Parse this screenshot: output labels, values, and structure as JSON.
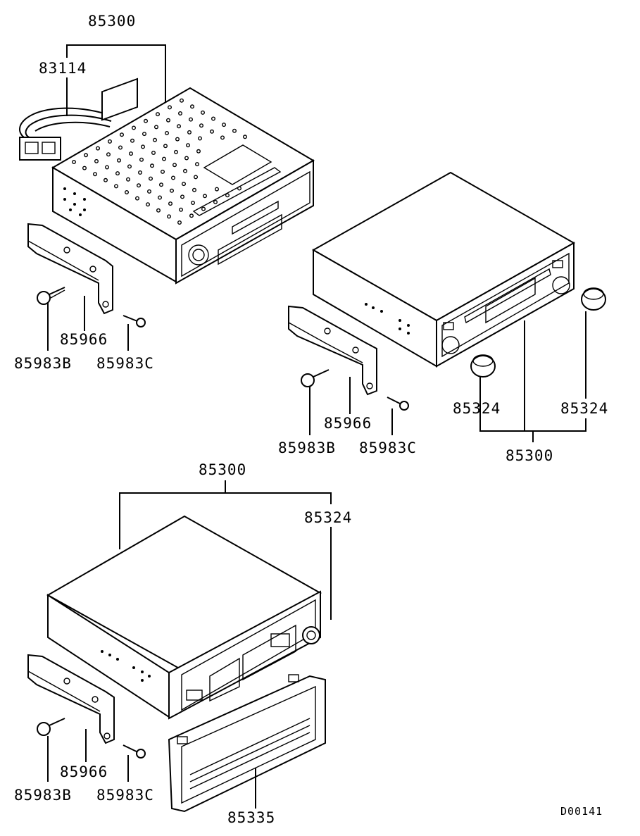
{
  "labels": {
    "g1_unit": "85300",
    "g1_harness": "83114",
    "g1_bracket": "85966",
    "g1_screw_b": "85983B",
    "g1_screw_c": "85983C",
    "g2_bracket": "85966",
    "g2_screw_b": "85983B",
    "g2_screw_c": "85983C",
    "g2_knob_left": "85324",
    "g2_knob_right": "85324",
    "g2_unit": "85300",
    "g3_unit": "85300",
    "g3_knob": "85324",
    "g3_bracket": "85966",
    "g3_screw_b": "85983B",
    "g3_screw_c": "85983C",
    "g3_cover": "85335"
  },
  "diagram_code": "D00141"
}
